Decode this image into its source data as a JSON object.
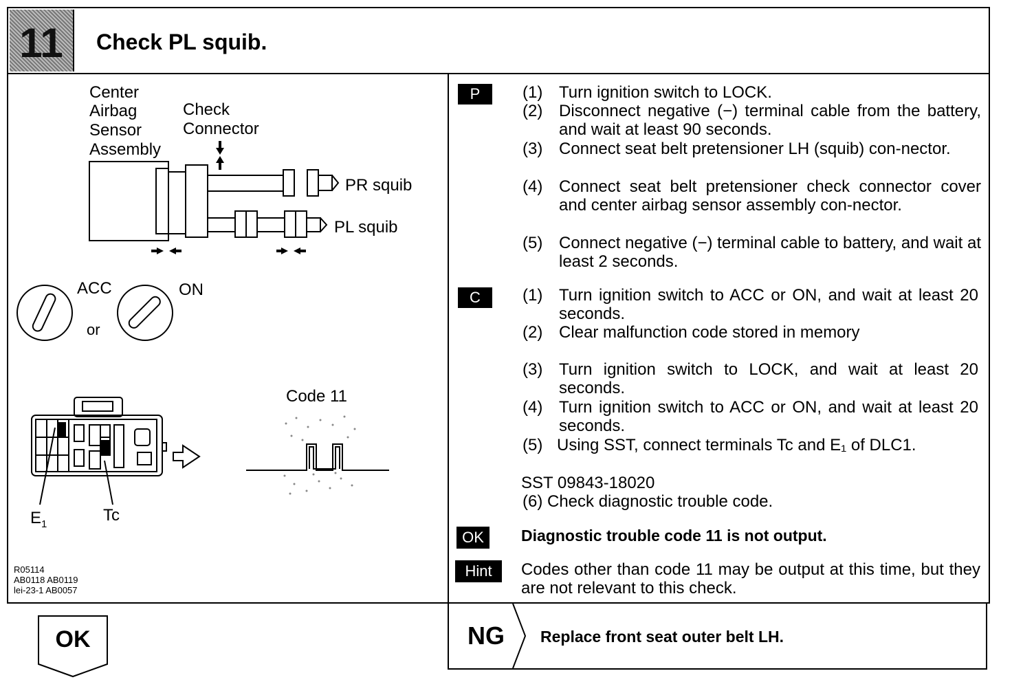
{
  "header": {
    "step_number": "11",
    "title": "Check PL squib."
  },
  "diagram": {
    "label_center_sensor": [
      "Center",
      "Airbag",
      "Sensor",
      "Assembly"
    ],
    "label_check_connector": [
      "Check",
      "Connector"
    ],
    "label_pr_squib": "PR squib",
    "label_pl_squib": "PL squib",
    "label_acc": "ACC",
    "label_or": "or",
    "label_on": "ON",
    "label_code": "Code 11",
    "label_e1": "E",
    "label_e1_sub": "1",
    "label_tc": "Tc",
    "ref_codes": [
      "R05114",
      "AB0118  AB0119",
      "lei-23-1  AB0057"
    ]
  },
  "procedure": {
    "p_tag": "P",
    "p_steps": [
      {
        "num": "(1)",
        "text": "Turn ignition switch to LOCK."
      },
      {
        "num": "(2)",
        "text": "Disconnect negative (−) terminal cable from the battery, and wait at least 90 seconds."
      },
      {
        "num": "(3)",
        "text": "Connect seat belt pretensioner LH (squib) con-nector."
      },
      {
        "num": "(4)",
        "text": "Connect seat belt pretensioner check connector cover and center airbag sensor assembly con-nector."
      },
      {
        "num": "(5)",
        "text": "Connect negative (−) terminal cable to battery, and wait at least 2 seconds."
      }
    ],
    "c_tag": "C",
    "c_steps": [
      {
        "num": "(1)",
        "text": "Turn ignition switch to ACC or ON, and wait at least 20 seconds."
      },
      {
        "num": "(2)",
        "text": "Clear malfunction code stored in memory"
      },
      {
        "num": "(3)",
        "text": "Turn ignition switch to LOCK, and wait at least 20 seconds."
      },
      {
        "num": "(4)",
        "text": "Turn ignition switch to ACC or ON, and wait at least 20 seconds."
      },
      {
        "num": "(5)",
        "text": "Using SST, connect terminals Tc and E₁ of DLC1."
      }
    ],
    "sst": "SST 09843-18020",
    "c_step6": "(6)  Check diagnostic trouble code.",
    "ok_tag": "OK",
    "ok_text": "Diagnostic trouble code 11 is not output.",
    "hint_tag": "Hint",
    "hint_text": "Codes other than code 11 may be output at this time, but they are not relevant to this check."
  },
  "result": {
    "ok_label": "OK",
    "ng_label": "NG",
    "ng_action": "Replace front seat outer belt LH."
  }
}
